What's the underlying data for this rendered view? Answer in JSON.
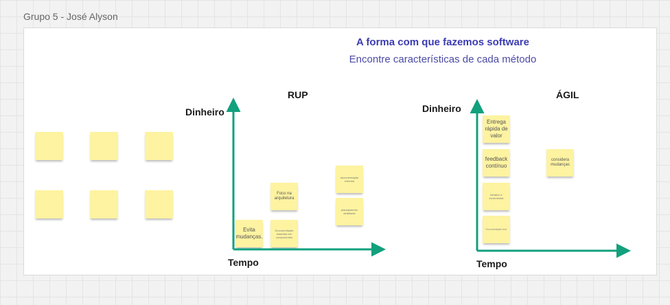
{
  "frame": {
    "title": "Grupo 5 - José Alyson"
  },
  "heading": {
    "title": "A forma com que fazemos software",
    "subtitle": "Encontre características de cada método"
  },
  "rup": {
    "title": "RUP",
    "y_axis_label": "Dinheiro",
    "x_axis_label": "Tempo",
    "notes": [
      "Evita mudanças.",
      "Foco na arquitetura",
      "Documentação baseada em componentes",
      "documentação extensa",
      "planejamento detalhado"
    ]
  },
  "agil": {
    "title": "ÁGIL",
    "y_axis_label": "Dinheiro",
    "x_axis_label": "Tempo",
    "notes": [
      "Entrega rápida de valor",
      "feedback contínuo",
      "iterativo e incremental",
      "Documentação leve",
      "considera mudanças"
    ]
  },
  "colors": {
    "axis": "#12a07d",
    "note": "#fdf3a1",
    "heading": "#3b3bb0"
  }
}
